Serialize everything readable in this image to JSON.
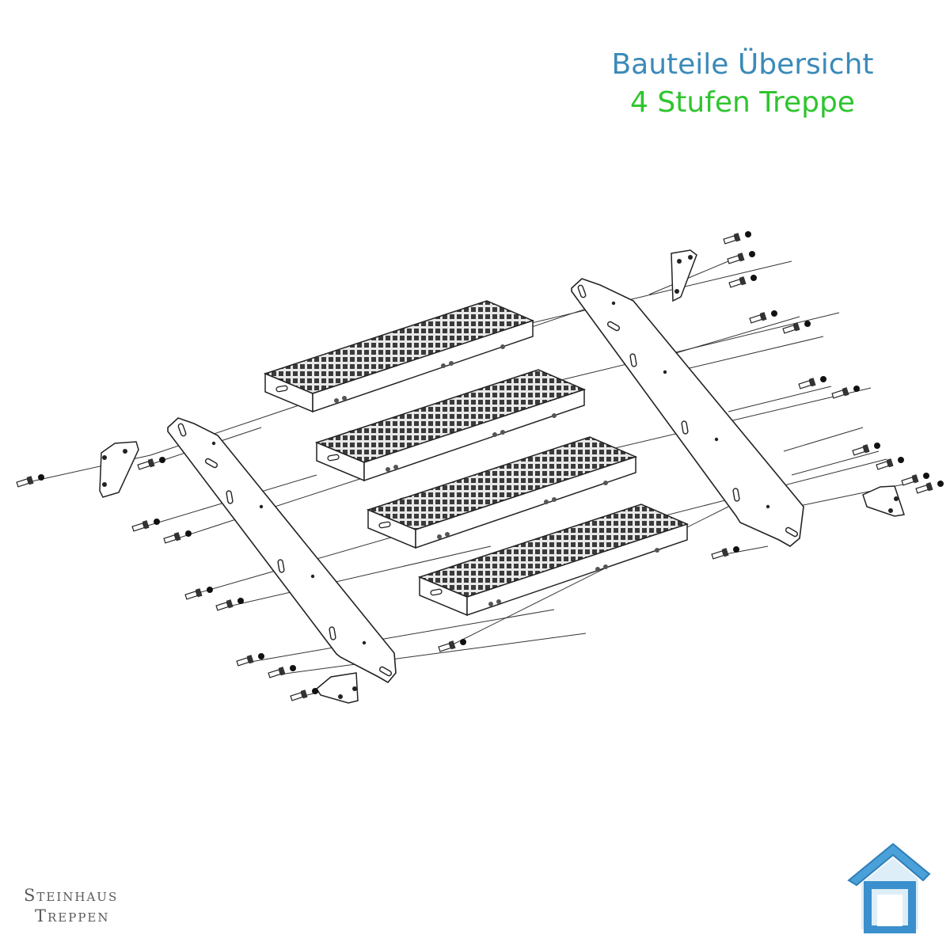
{
  "title": {
    "line1": "Bauteile Übersicht",
    "line2": "4 Stufen Treppe"
  },
  "colors": {
    "title_line1": "#3b8ab8",
    "title_line2": "#2ec52e",
    "drawing": "#222222",
    "logo_blue": "#4aa0d8"
  },
  "brand": {
    "line1": "Steinhaus",
    "line2": "Treppen",
    "logo_icon": "house-icon"
  },
  "parts": {
    "steps": 4,
    "stringers": 2,
    "wall_brackets": 2,
    "floor_brackets": 2
  }
}
